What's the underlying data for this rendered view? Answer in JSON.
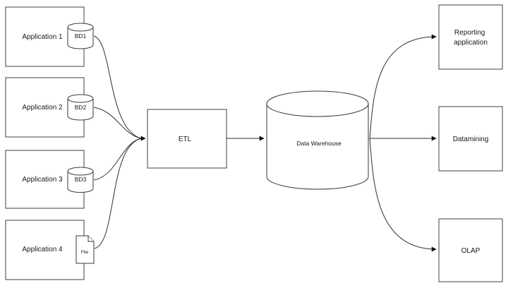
{
  "canvas": {
    "background_color": "#ffffff",
    "line_color": "#2e2e2e",
    "box_stroke_color": "#3f3f3f",
    "text_color": "#161616"
  },
  "nodes": {
    "application1": {
      "label": "Application 1",
      "shape": "box"
    },
    "application2": {
      "label": "Application 2",
      "shape": "box"
    },
    "application3": {
      "label": "Application 3",
      "shape": "box"
    },
    "application4": {
      "label": "Application 4",
      "shape": "box"
    },
    "bd1": {
      "label": "BD1",
      "shape": "database-cylinder"
    },
    "bd2": {
      "label": "BD2",
      "shape": "database-cylinder"
    },
    "bd3": {
      "label": "BD3",
      "shape": "database-cylinder"
    },
    "file": {
      "label": "File",
      "shape": "document"
    },
    "etl": {
      "label": "ETL",
      "shape": "box"
    },
    "data_warehouse": {
      "label": "Data Warehouse",
      "shape": "database-cylinder"
    },
    "reporting": {
      "line1": "Reporting",
      "line2": "application",
      "shape": "box"
    },
    "datamining": {
      "label": "Datamining",
      "shape": "box"
    },
    "olap": {
      "label": "OLAP",
      "shape": "box"
    }
  },
  "edges": [
    {
      "from": "bd1",
      "to": "etl",
      "style": "curved-arrow"
    },
    {
      "from": "bd2",
      "to": "etl",
      "style": "curved-arrow"
    },
    {
      "from": "bd3",
      "to": "etl",
      "style": "curved-arrow"
    },
    {
      "from": "file",
      "to": "etl",
      "style": "curved-arrow"
    },
    {
      "from": "etl",
      "to": "data_warehouse",
      "style": "straight-arrow"
    },
    {
      "from": "data_warehouse",
      "to": "reporting",
      "style": "curved-arrow"
    },
    {
      "from": "data_warehouse",
      "to": "datamining",
      "style": "straight-arrow"
    },
    {
      "from": "data_warehouse",
      "to": "olap",
      "style": "curved-arrow"
    }
  ]
}
